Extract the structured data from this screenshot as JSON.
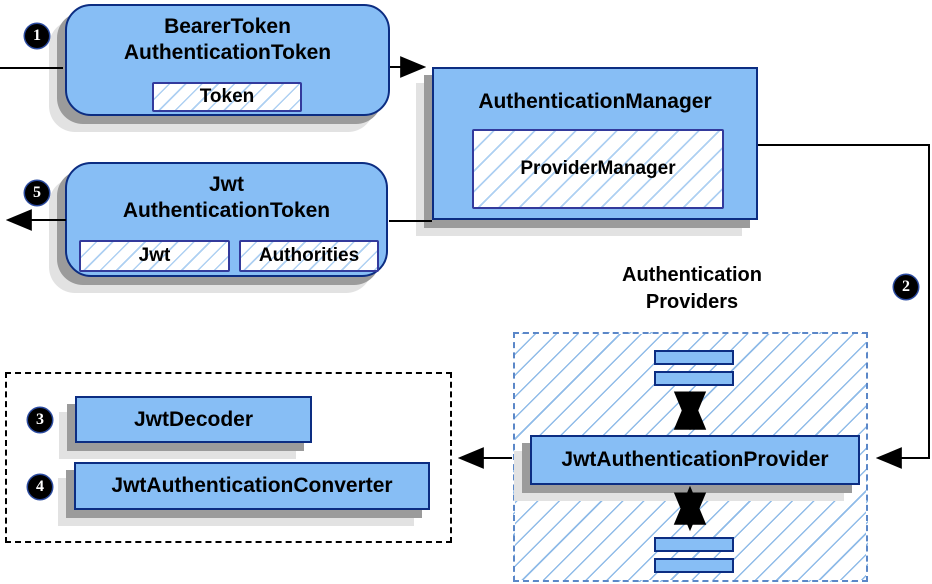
{
  "nodes": {
    "bearer_token": {
      "title_line1": "BearerToken",
      "title_line2": "AuthenticationToken",
      "inner": "Token"
    },
    "authentication_manager": {
      "title": "AuthenticationManager",
      "inner": "ProviderManager"
    },
    "jwt_authentication_token": {
      "title_line1": "Jwt",
      "title_line2": "AuthenticationToken",
      "inner_jwt": "Jwt",
      "inner_authorities": "Authorities"
    },
    "authentication_providers": {
      "header_line1": "Authentication",
      "header_line2": "Providers",
      "provider": "JwtAuthenticationProvider"
    },
    "jwt_tools": {
      "decoder": "JwtDecoder",
      "converter": "JwtAuthenticationConverter"
    }
  },
  "badges": {
    "step1": "1",
    "step2": "2",
    "step3": "3",
    "step4": "4",
    "step5": "5"
  },
  "colors": {
    "node_fill": "#87bef5",
    "node_border": "#0c2d82",
    "inner_border": "#333a9c",
    "hatch_line": "#aed0f2",
    "providers_hatch_line": "#8fbbe8",
    "providers_dash_border": "#5b87c8",
    "tools_dash_border": "#000000",
    "shadow_near": "#9b9b9b",
    "shadow_far": "#e2e2e2",
    "arrow": "#000000",
    "badge_bg": "#000000",
    "badge_text": "#ffffff"
  }
}
